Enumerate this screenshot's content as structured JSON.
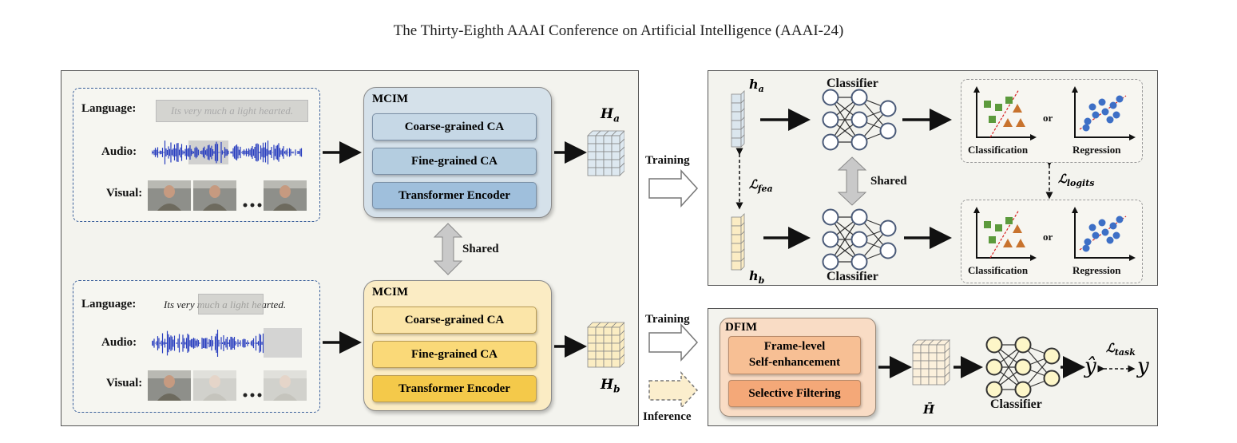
{
  "header": "The Thirty-Eighth AAAI Conference on Artificial Intelligence (AAAI-24)",
  "colors": {
    "blue_module": "#d5e1ea",
    "yellow_module": "#fbecc4",
    "dfim_module": "#f9dcc5",
    "orange_block": "#f4a878"
  },
  "top_input": {
    "language_label": "Language:",
    "audio_label": "Audio:",
    "visual_label": "Visual:",
    "language_text": "Its very much a light hearted."
  },
  "bottom_input": {
    "language_label": "Language:",
    "audio_label": "Audio:",
    "visual_label": "Visual:",
    "language_text": "Its very much a light hearted."
  },
  "mcim_top": {
    "title": "MCIM",
    "blocks": [
      "Coarse-grained  CA",
      "Fine-grained  CA",
      "Transformer Encoder"
    ]
  },
  "mcim_bottom": {
    "title": "MCIM",
    "blocks": [
      "Coarse-grained  CA",
      "Fine-grained  CA",
      "Transformer Encoder"
    ]
  },
  "shared_label": "Shared",
  "H_a": "H",
  "H_a_sub": "a",
  "H_b": "H",
  "H_b_sub": "b",
  "training_label_1": "Training",
  "training_label_2": "Training",
  "inference_label": "Inference",
  "right_top": {
    "h_a": "h",
    "h_a_sub": "a",
    "h_b": "h",
    "h_b_sub": "b",
    "classifier_top": "Classifier",
    "classifier_bottom": "Classifier",
    "shared": "Shared",
    "loss_fea": "ℒ",
    "loss_fea_sub": "fea",
    "loss_logits": "ℒ",
    "loss_logits_sub": "logits",
    "classification": "Classification",
    "regression": "Regression",
    "or": "or"
  },
  "dfim": {
    "title": "DFIM",
    "block1_line1": "Frame-level",
    "block1_line2": "Self-enhancement",
    "block2": "Selective Filtering",
    "hbar": "H̄",
    "classifier": "Classifier",
    "loss_task": "ℒ",
    "loss_task_sub": "task",
    "yhat": "ŷ",
    "y": "y"
  }
}
